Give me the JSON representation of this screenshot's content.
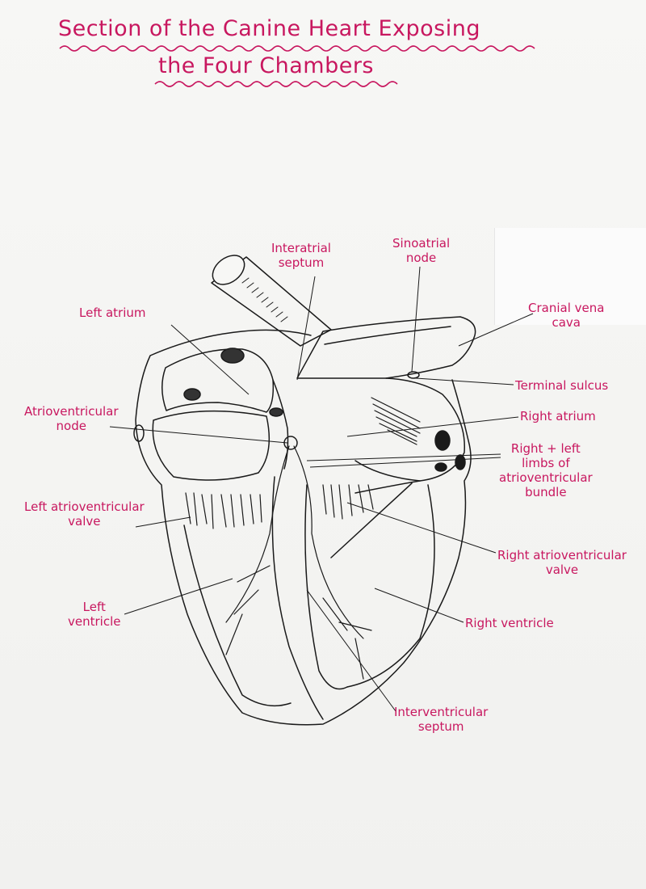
{
  "title": {
    "line1": "Section of the Canine Heart Exposing",
    "line2": "the Four Chambers"
  },
  "labels": {
    "interatrial_septum": [
      "Interatrial",
      "septum"
    ],
    "sinoatrial_node": [
      "Sinoatrial",
      "node"
    ],
    "left_atrium": [
      "Left atrium"
    ],
    "cranial_vena_cava": [
      "Cranial vena",
      "cava"
    ],
    "terminal_sulcus": [
      "Terminal sulcus"
    ],
    "atrioventricular_node": [
      "Atrioventricular",
      "node"
    ],
    "right_atrium": [
      "Right atrium"
    ],
    "limbs_of_bundle": [
      "Right + left",
      "limbs of",
      "atrioventricular",
      "bundle"
    ],
    "left_av_valve": [
      "Left atrioventricular",
      "valve"
    ],
    "right_av_valve": [
      "Right atrioventricular",
      "valve"
    ],
    "left_ventricle": [
      "Left",
      "ventricle"
    ],
    "right_ventricle": [
      "Right ventricle"
    ],
    "interventricular_septum": [
      "Interventricular",
      "septum"
    ]
  },
  "colors": {
    "ink": "#1a1a1a",
    "label_ink": "#c8175f"
  }
}
